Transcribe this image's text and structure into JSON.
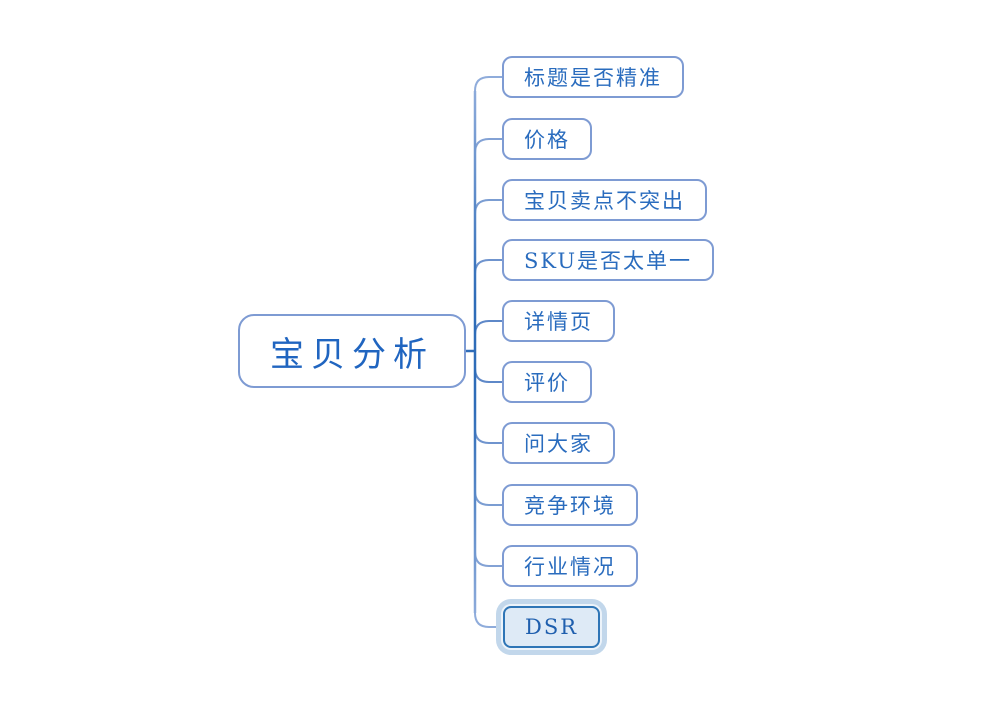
{
  "diagram": {
    "type": "mindmap",
    "root": {
      "label": "宝贝分析"
    },
    "children": [
      {
        "label": "标题是否精准"
      },
      {
        "label": "价格"
      },
      {
        "label": "宝贝卖点不突出"
      },
      {
        "label": "SKU是否太单一"
      },
      {
        "label": "详情页"
      },
      {
        "label": "评价"
      },
      {
        "label": "问大家"
      },
      {
        "label": "竞争环境"
      },
      {
        "label": "行业情况"
      },
      {
        "label": "DSR",
        "selected": true
      }
    ],
    "selected_node": "DSR",
    "colors": {
      "background": "#FFFFFF",
      "node_border": "#7E9BD3",
      "node_text": "#2A6CBE",
      "root_text": "#2065C0",
      "branch_line": "#8FACDB",
      "trunk_line": "#2E6CB8",
      "selected_fill": "#DEEAF6",
      "selected_border": "#2E75B6",
      "selection_halo": "#C2D7EB"
    }
  }
}
